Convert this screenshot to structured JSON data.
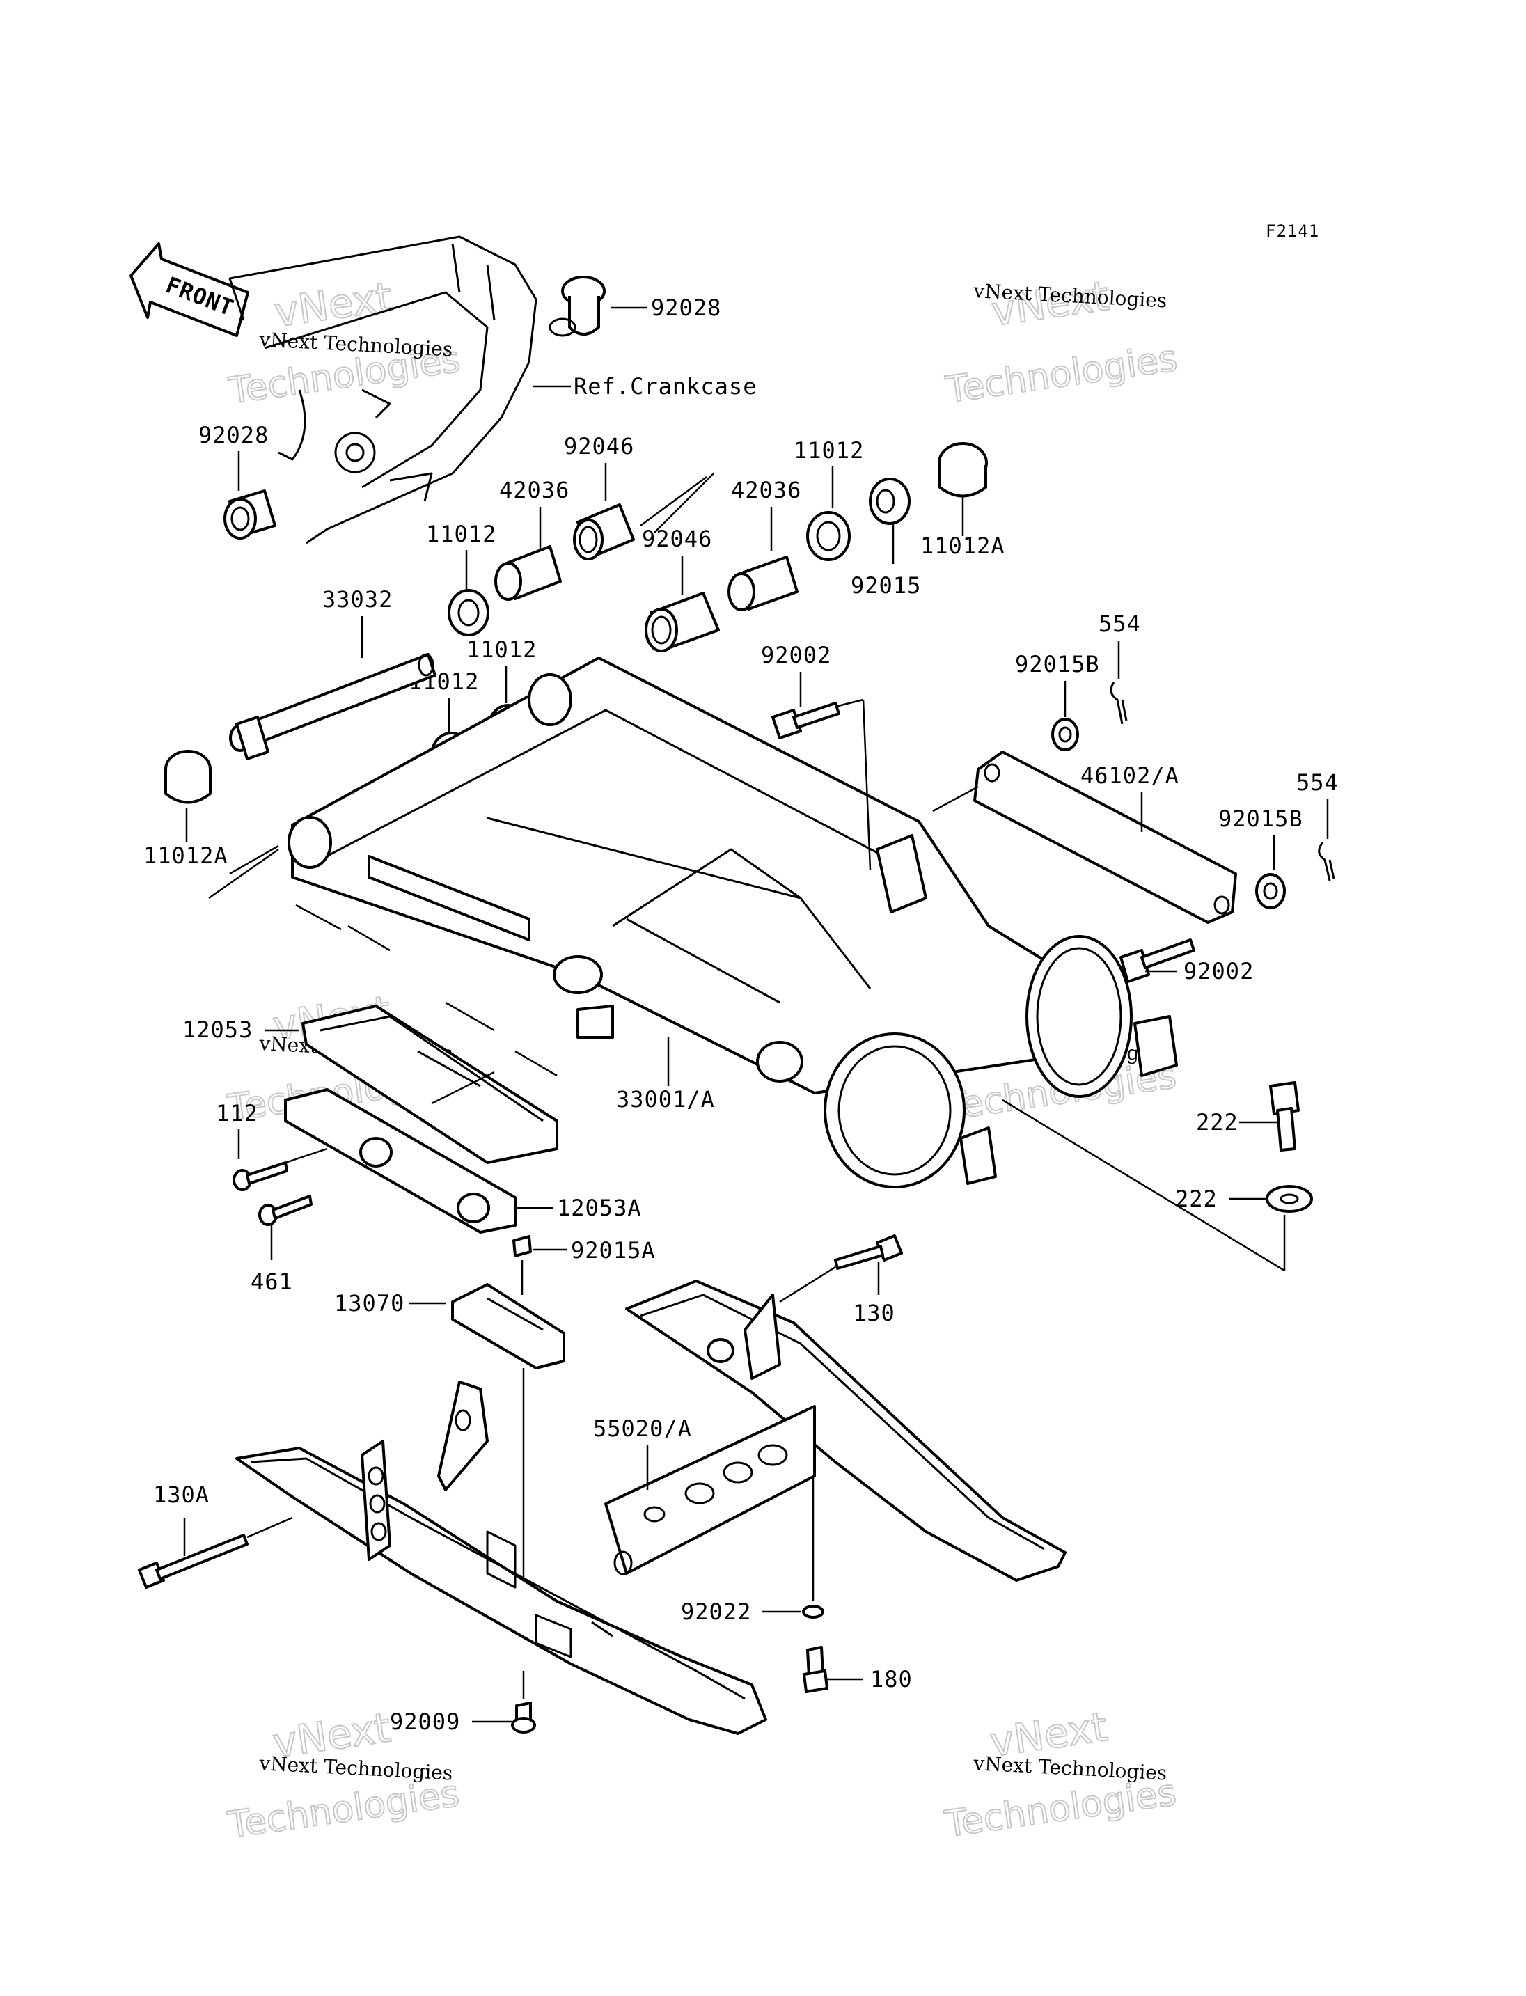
{
  "figure_id": "F2141",
  "front_arrow": {
    "label": "FRONT"
  },
  "ref_label": "Ref.Crankcase",
  "watermark": {
    "line1": "vNext Technologies",
    "line2": "vNext",
    "line3": "Technologies"
  },
  "parts": [
    {
      "id": "p92028a",
      "num": "92028"
    },
    {
      "id": "p92028b",
      "num": "92028"
    },
    {
      "id": "p92046a",
      "num": "92046"
    },
    {
      "id": "p92046b",
      "num": "92046"
    },
    {
      "id": "p42036a",
      "num": "42036"
    },
    {
      "id": "p42036b",
      "num": "42036"
    },
    {
      "id": "p11012a",
      "num": "11012"
    },
    {
      "id": "p11012b",
      "num": "11012"
    },
    {
      "id": "p11012c",
      "num": "11012"
    },
    {
      "id": "p11012d",
      "num": "11012"
    },
    {
      "id": "p11012Aa",
      "num": "11012A"
    },
    {
      "id": "p11012Ab",
      "num": "11012A"
    },
    {
      "id": "p92015",
      "num": "92015"
    },
    {
      "id": "p33032",
      "num": "33032"
    },
    {
      "id": "p92002a",
      "num": "92002"
    },
    {
      "id": "p92002b",
      "num": "92002"
    },
    {
      "id": "p554a",
      "num": "554"
    },
    {
      "id": "p554b",
      "num": "554"
    },
    {
      "id": "p92015Ba",
      "num": "92015B"
    },
    {
      "id": "p92015Bb",
      "num": "92015B"
    },
    {
      "id": "p46102",
      "num": "46102/A"
    },
    {
      "id": "p12053",
      "num": "12053"
    },
    {
      "id": "p12053A",
      "num": "12053A"
    },
    {
      "id": "p33001",
      "num": "33001/A"
    },
    {
      "id": "p222a",
      "num": "222"
    },
    {
      "id": "p222b",
      "num": "222"
    },
    {
      "id": "p112",
      "num": "112"
    },
    {
      "id": "p461",
      "num": "461"
    },
    {
      "id": "p92015A",
      "num": "92015A"
    },
    {
      "id": "p13070",
      "num": "13070"
    },
    {
      "id": "p130",
      "num": "130"
    },
    {
      "id": "p55020",
      "num": "55020/A"
    },
    {
      "id": "p130A",
      "num": "130A"
    },
    {
      "id": "p92022",
      "num": "92022"
    },
    {
      "id": "p180",
      "num": "180"
    },
    {
      "id": "p92009",
      "num": "92009"
    }
  ]
}
